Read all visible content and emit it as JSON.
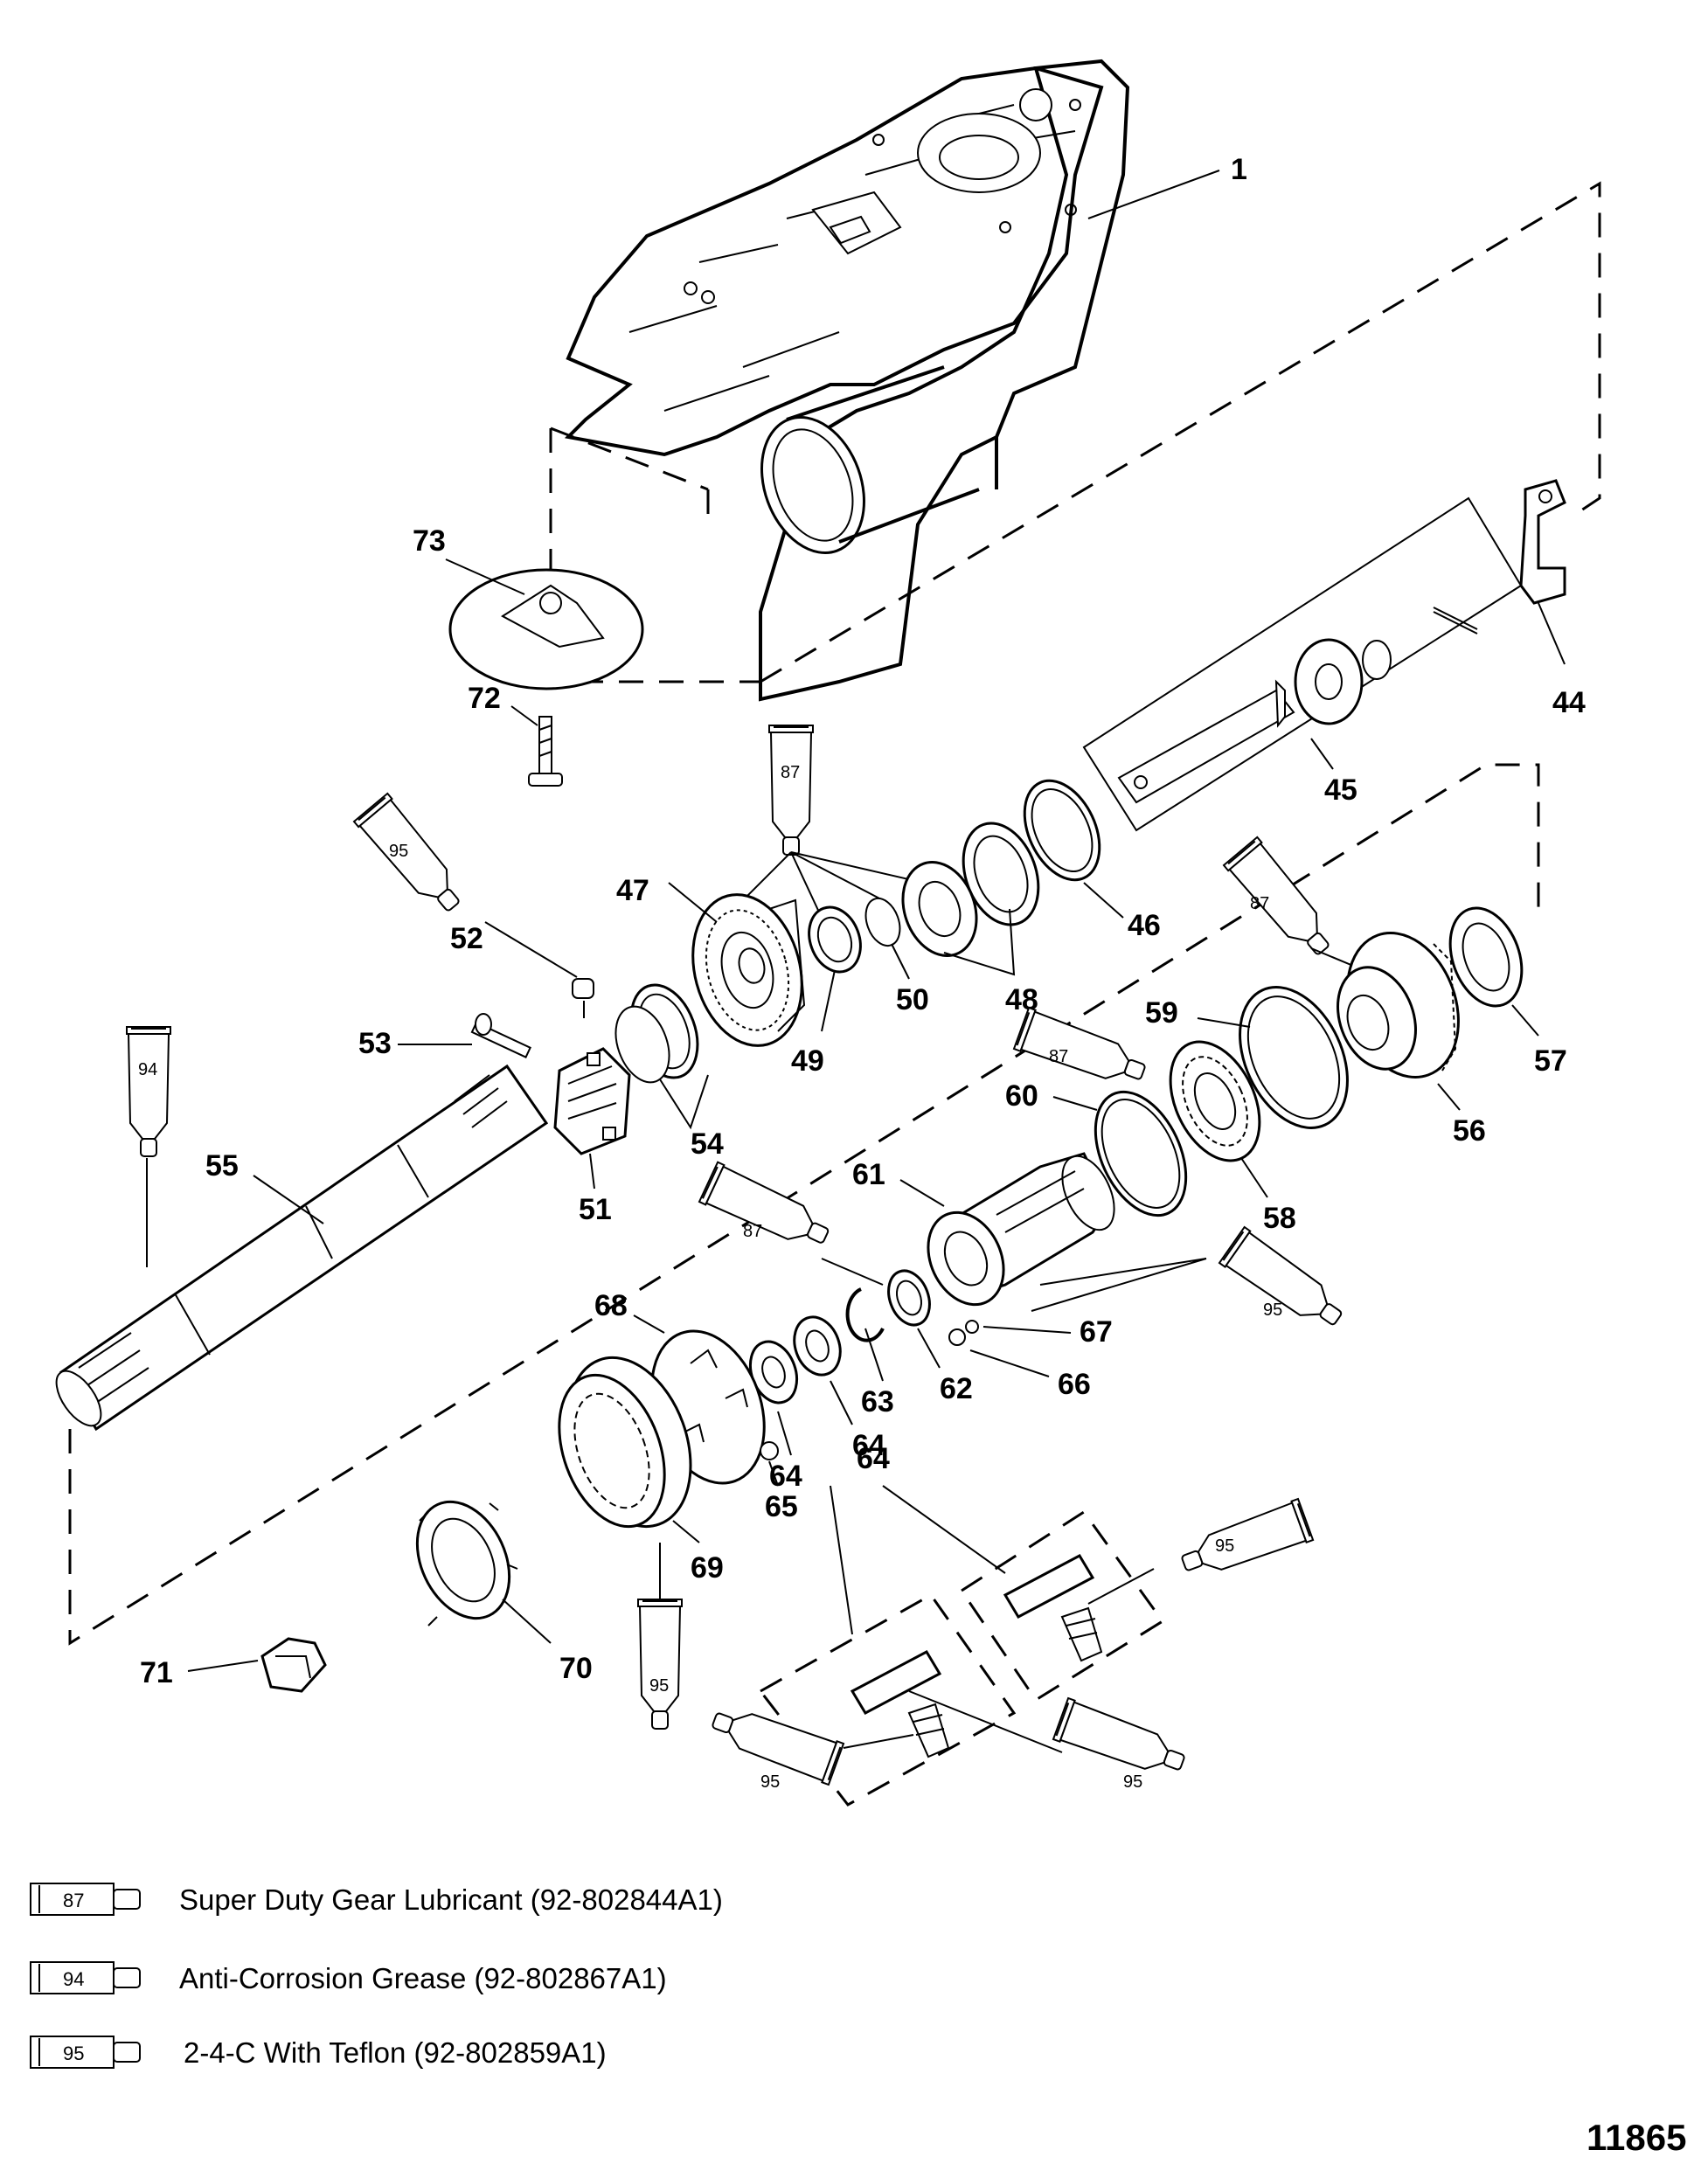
{
  "labels": {
    "p1": "1",
    "p44": "44",
    "p45": "45",
    "p46": "46",
    "p47": "47",
    "p48": "48",
    "p49": "49",
    "p50": "50",
    "p51": "51",
    "p52": "52",
    "p53": "53",
    "p54": "54",
    "p55": "55",
    "p56": "56",
    "p57": "57",
    "p58": "58",
    "p59": "59",
    "p60": "60",
    "p61": "61",
    "p62": "62",
    "p63": "63",
    "p64a": "64",
    "p64b": "64",
    "p64c": "64",
    "p65": "65",
    "p66": "66",
    "p67": "67",
    "p68": "68",
    "p69": "69",
    "p70": "70",
    "p71": "71",
    "p72": "72",
    "p73": "73"
  },
  "tubes": {
    "t87a": "87",
    "t87b": "87",
    "t87c": "87",
    "t87d": "87",
    "t94": "94",
    "t95a": "95",
    "t95b": "95",
    "t95c": "95",
    "t95d": "95",
    "t95e": "95",
    "t95f": "95"
  },
  "legend": [
    {
      "code": "87",
      "text": "Super Duty Gear Lubricant  (92-802844A1)"
    },
    {
      "code": "94",
      "text": "Anti-Corrosion Grease   (92-802867A1)"
    },
    {
      "code": "95",
      "text": "2-4-C  With Teflon (92-802859A1)"
    }
  ],
  "figure_number": "11865"
}
